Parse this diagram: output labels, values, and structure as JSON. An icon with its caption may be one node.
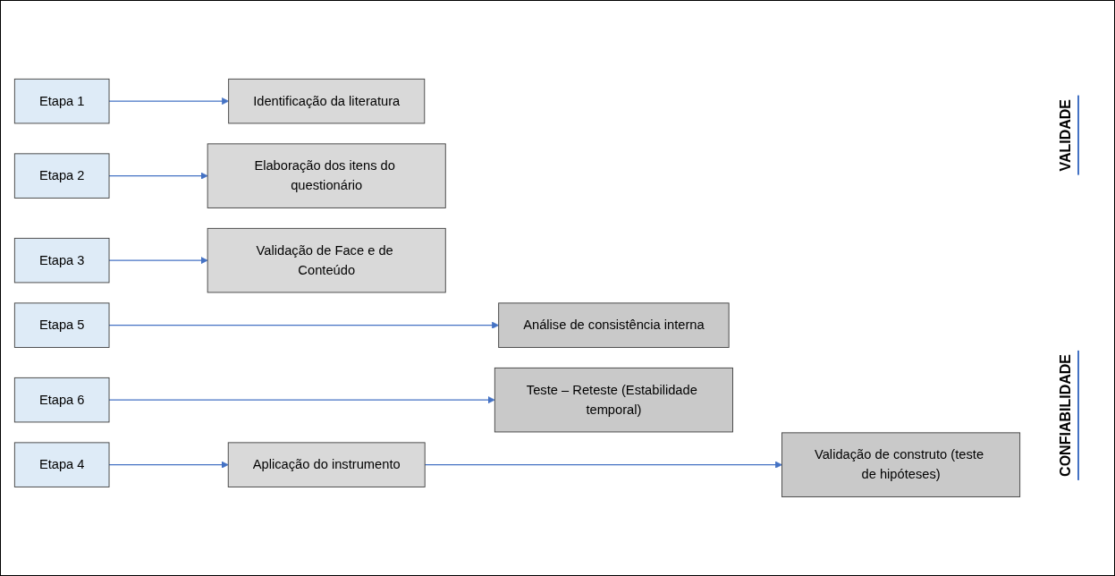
{
  "diagram": {
    "nodes": [
      {
        "text": [
          "Etapa 1"
        ]
      },
      {
        "text": [
          "Identificação da literatura"
        ]
      },
      {
        "text": [
          "Etapa 2"
        ]
      },
      {
        "text": [
          "Elaboração dos itens do questionário"
        ]
      },
      {
        "text": [
          "Etapa 3"
        ]
      },
      {
        "text": [
          "Validação de Face e de Conteúdo"
        ]
      },
      {
        "text": [
          "Etapa 4"
        ]
      },
      {
        "text": [
          "Aplicação do instrumento"
        ]
      },
      {
        "text": [
          "Validação de construto (teste de hipóteses)"
        ]
      },
      {
        "text": [
          "Etapa 5"
        ]
      },
      {
        "text": [
          "Análise de consistência interna"
        ]
      },
      {
        "text": [
          "Etapa 6"
        ]
      },
      {
        "text": [
          "Teste – Reteste (Estabilidade temporal)"
        ]
      }
    ],
    "edges": [
      {
        "from": 0,
        "to": 1,
        "arrow": "to"
      },
      {
        "from": 2,
        "to": 3,
        "arrow": "to"
      },
      {
        "from": 4,
        "to": 5,
        "arrow": "to"
      },
      {
        "from": 6,
        "to": 7,
        "arrow": "to"
      },
      {
        "from": 7,
        "to": 8,
        "arrow": "to"
      },
      {
        "from": 9,
        "to": 10,
        "arrow": "to"
      },
      {
        "from": 11,
        "to": 12,
        "arrow": "to"
      }
    ],
    "labels": [
      "VALIDADE",
      "CONFIABILIDADE"
    ]
  }
}
